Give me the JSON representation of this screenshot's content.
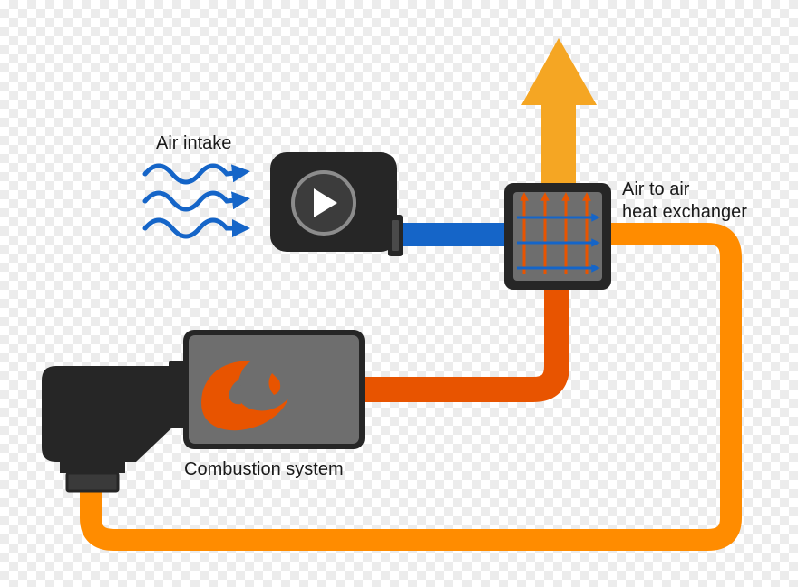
{
  "labels": {
    "air_intake": "Air intake",
    "heat_exchanger_line1": "Air to air",
    "heat_exchanger_line2": "heat exchanger",
    "combustion_system": "Combustion system"
  },
  "colors": {
    "intake_air": "#1565c8",
    "cool_exhaust": "#ff8c00",
    "hot_exhaust": "#e85400",
    "warm_output": "#f5a623",
    "component_dark": "#262626",
    "component_gray": "#6e6e6e"
  },
  "icons": {
    "blower": "play-icon",
    "flame": "flame-icon",
    "air_waves": "wavy-arrow-icon"
  }
}
